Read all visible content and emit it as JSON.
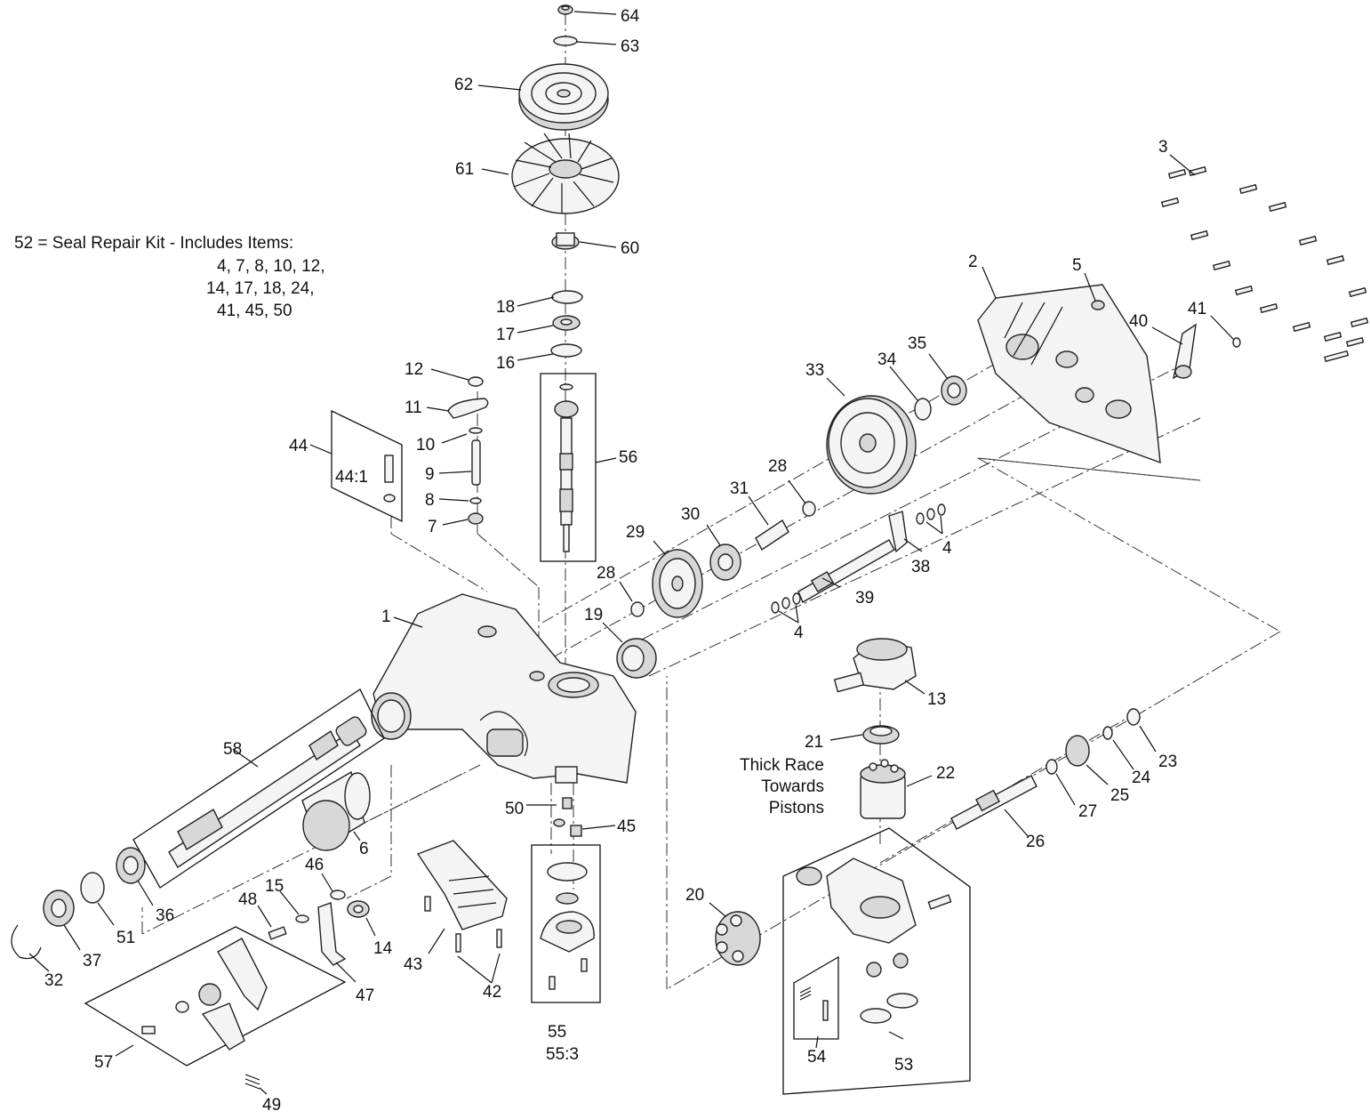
{
  "kit_note": {
    "line1": "52  = Seal Repair Kit - Includes Items:",
    "line2": "4, 7, 8, 10, 12,",
    "line3": "14, 17, 18, 24,",
    "line4": "41, 45, 50"
  },
  "thick_race_note": {
    "line1": "Thick Race",
    "line2": "Towards",
    "line3": "Pistons"
  },
  "labels": [
    "64",
    "63",
    "62",
    "61",
    "60",
    "18",
    "17",
    "16",
    "56",
    "12",
    "11",
    "10",
    "9",
    "8",
    "7",
    "44",
    "44:1",
    "1",
    "58",
    "6",
    "50",
    "45",
    "55",
    "55:3",
    "43",
    "42",
    "46",
    "15",
    "48",
    "14",
    "47",
    "57",
    "49",
    "36",
    "51",
    "37",
    "32",
    "2",
    "5",
    "3",
    "40",
    "41",
    "33",
    "34",
    "35",
    "28",
    "31",
    "30",
    "29",
    "28",
    "19",
    "4",
    "39",
    "38",
    "4",
    "13",
    "21",
    "22",
    "20",
    "53",
    "54",
    "26",
    "27",
    "25",
    "24",
    "23"
  ]
}
